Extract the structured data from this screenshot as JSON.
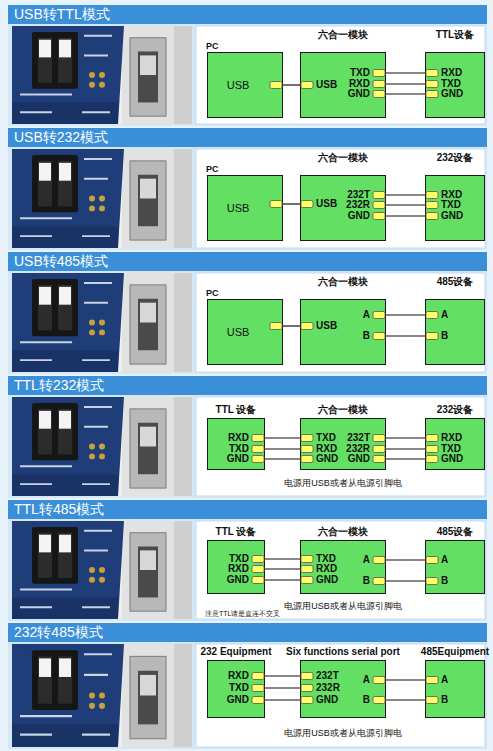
{
  "diagram": {
    "nodes": [
      {
        "text": [
          "USB转TTL模式"
        ]
      },
      {
        "text": [
          "PC",
          "USB"
        ],
        "in": 0
      },
      {
        "text": [
          "六合一模块"
        ],
        "in": 0
      },
      {
        "text": [
          "TTL设备"
        ],
        "in": 0
      },
      {
        "text": [
          "USB转232模式"
        ]
      },
      {
        "text": [
          "PC",
          "USB"
        ],
        "in": 4
      },
      {
        "text": [
          "六合一模块"
        ],
        "in": 4
      },
      {
        "text": [
          "232设备"
        ],
        "in": 4
      },
      {
        "text": [
          "USB转485模式"
        ]
      },
      {
        "text": [
          "PC",
          "USB"
        ],
        "in": 8
      },
      {
        "text": [
          "六合一模块"
        ],
        "in": 8
      },
      {
        "text": [
          "485设备"
        ],
        "in": 8
      },
      {
        "text": [
          "TTL转232模式"
        ]
      },
      {
        "text": [
          "TTL 设备"
        ],
        "in": 12
      },
      {
        "text": [
          "六合一模块"
        ],
        "in": 12
      },
      {
        "text": [
          "232设备"
        ],
        "in": 12
      },
      {
        "text": [
          "TTL转485模式"
        ]
      },
      {
        "text": [
          "TTL 设备"
        ],
        "in": 16
      },
      {
        "text": [
          "六合一模块"
        ],
        "in": 16
      },
      {
        "text": [
          "485设备"
        ],
        "in": 16
      },
      {
        "text": [
          "232转485模式"
        ]
      },
      {
        "text": [
          "232 Equipment"
        ],
        "in": 20
      },
      {
        "text": [
          "Six functions serial port"
        ],
        "in": 20
      },
      {
        "text": [
          "485Equipment"
        ],
        "in": 20
      }
    ],
    "edges": [
      {
        "from": 1,
        "to": 2,
        "arrow": "none"
      },
      {
        "from": 2,
        "to": 3,
        "arrow": "none"
      },
      {
        "from": 2,
        "to": 3,
        "arrow": "none"
      },
      {
        "from": 2,
        "to": 3,
        "arrow": "none"
      },
      {
        "from": 5,
        "to": 6,
        "arrow": "none"
      },
      {
        "from": 6,
        "to": 7,
        "arrow": "none"
      },
      {
        "from": 6,
        "to": 7,
        "arrow": "none"
      },
      {
        "from": 6,
        "to": 7,
        "arrow": "none"
      },
      {
        "from": 9,
        "to": 10,
        "arrow": "none"
      },
      {
        "from": 10,
        "to": 11,
        "arrow": "none"
      },
      {
        "from": 10,
        "to": 11,
        "arrow": "none"
      },
      {
        "from": 13,
        "to": 14,
        "arrow": "none"
      },
      {
        "from": 13,
        "to": 14,
        "arrow": "none"
      },
      {
        "from": 13,
        "to": 14,
        "arrow": "none"
      },
      {
        "from": 14,
        "to": 15,
        "arrow": "none"
      },
      {
        "from": 14,
        "to": 15,
        "arrow": "none"
      },
      {
        "from": 14,
        "to": 15,
        "arrow": "none"
      },
      {
        "from": 17,
        "to": 18,
        "arrow": "none"
      },
      {
        "from": 17,
        "to": 18,
        "arrow": "none"
      },
      {
        "from": 17,
        "to": 18,
        "arrow": "none"
      },
      {
        "from": 18,
        "to": 19,
        "arrow": "none"
      },
      {
        "from": 18,
        "to": 19,
        "arrow": "none"
      },
      {
        "from": 21,
        "to": 22,
        "arrow": "none"
      },
      {
        "from": 21,
        "to": 22,
        "arrow": "none"
      },
      {
        "from": 21,
        "to": 22,
        "arrow": "none"
      },
      {
        "from": 22,
        "to": 23,
        "arrow": "none"
      },
      {
        "from": 22,
        "to": 23,
        "arrow": "none"
      }
    ],
    "labels": [
      "USB",
      "TXD",
      "RXD",
      "GND",
      "RXD",
      "TXD",
      "GND",
      "USB",
      "232T",
      "232R",
      "GND",
      "RXD",
      "TXD",
      "GND",
      "USB",
      "A",
      "B",
      "A",
      "B",
      "RXD",
      "TXD",
      "GND",
      "TXD",
      "RXD",
      "GND",
      "232T",
      "232R",
      "GND",
      "RXD",
      "TXD",
      "GND",
      "电源用USB或者从电源引脚电",
      "TXD",
      "RXD",
      "GND",
      "TXD",
      "RXD",
      "GND",
      "A",
      "B",
      "A",
      "B",
      "电源用USB或者从电源引脚电",
      "注意TTL请是直连不交叉",
      "RXD",
      "TXD",
      "GND",
      "232T",
      "232R",
      "GND",
      "A",
      "B",
      "A",
      "B",
      "电源用USB或者从电源引脚电"
    ]
  }
}
